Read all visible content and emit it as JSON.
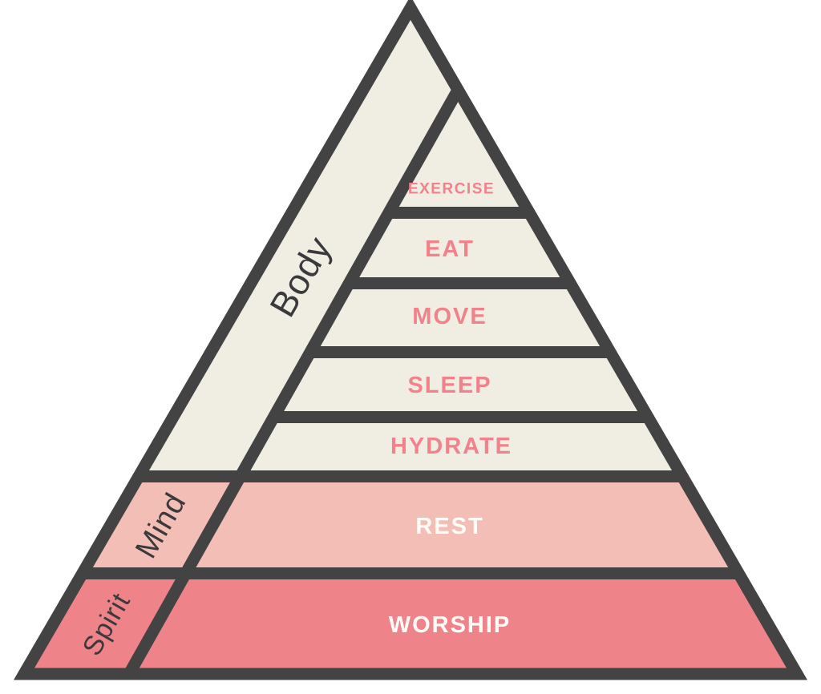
{
  "diagram": {
    "type": "pyramid",
    "theme_colors": {
      "outline": "#434343",
      "cream": "#f0ede3",
      "pink_light": "#f3beb6",
      "pink_dark": "#ee8489",
      "accent_text": "#f1828b",
      "light_text": "#fdfcf9",
      "dark_text": "#3a393b",
      "shadow": "#d9d1c3"
    },
    "groups": [
      {
        "label": "Body"
      },
      {
        "label": "Mind"
      },
      {
        "label": "Spirit"
      }
    ],
    "levels": [
      {
        "label": "EXERCISE",
        "group": "Body"
      },
      {
        "label": "EAT",
        "group": "Body"
      },
      {
        "label": "MOVE",
        "group": "Body"
      },
      {
        "label": "SLEEP",
        "group": "Body"
      },
      {
        "label": "HYDRATE",
        "group": "Body"
      },
      {
        "label": "REST",
        "group": "Mind"
      },
      {
        "label": "WORSHIP",
        "group": "Spirit"
      }
    ]
  }
}
